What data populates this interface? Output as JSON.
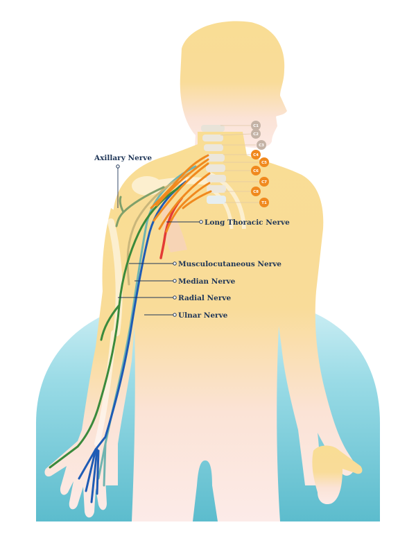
{
  "labels": {
    "axillary": "Axillary Nerve",
    "long_thoracic": "Long Thoracic Nerve",
    "musculocutaneous": "Musculocutaneous Nerve",
    "median": "Median Nerve",
    "radial": "Radial Nerve",
    "ulnar": "Ulnar Nerve"
  },
  "spinal_roots": [
    "C1",
    "C2",
    "C3",
    "C4",
    "C5",
    "C6",
    "C7",
    "C8",
    "T1"
  ],
  "colors": {
    "body_top": "#f9dd94",
    "body_bottom": "#fbe6e2",
    "backdrop": "#8fd3e0",
    "label_text": "#1e3557",
    "root_gray": "#c4b3a6",
    "root_orange": "#f0891e",
    "long_thoracic_nerve": "#e33b35",
    "musculocutaneous_nerve": "#c9b67a",
    "median_nerve": "#1e5bb5",
    "radial_nerve": "#3a8a3c",
    "ulnar_nerve": "#6fb4b0"
  }
}
